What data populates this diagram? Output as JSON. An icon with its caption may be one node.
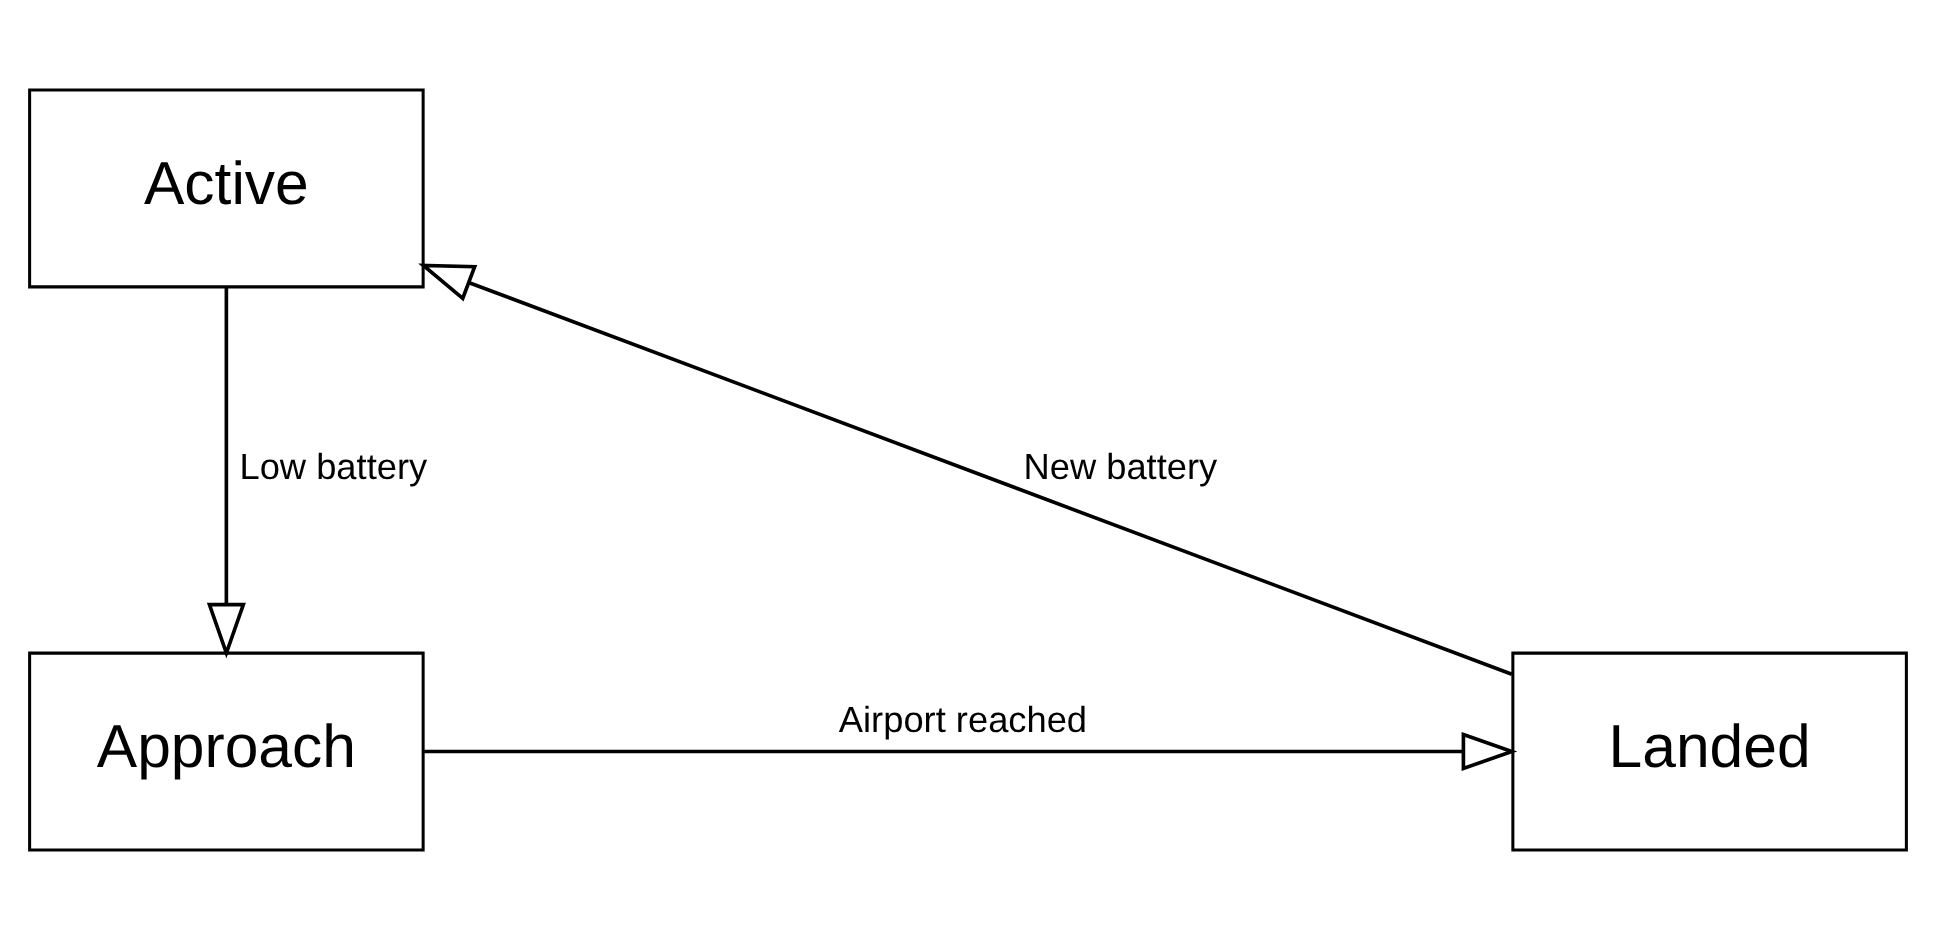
{
  "diagram": {
    "nodes": [
      {
        "text": [
          "Active"
        ]
      },
      {
        "text": [
          "Landed"
        ]
      },
      {
        "text": [
          "Approach"
        ]
      }
    ],
    "edges": [
      {
        "from": 0,
        "to": 2,
        "arrow": "to",
        "label": "Low battery"
      },
      {
        "from": 2,
        "to": 1,
        "arrow": "to",
        "label": "Airport reached"
      },
      {
        "from": 1,
        "to": 0,
        "arrow": "to",
        "label": "New battery"
      }
    ]
  }
}
